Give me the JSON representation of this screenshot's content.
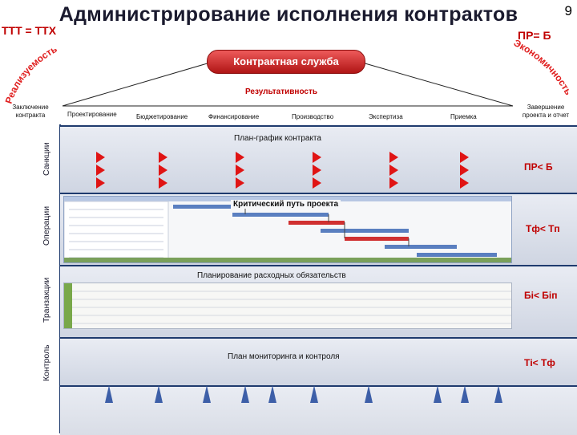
{
  "header": {
    "title": "Администрирование исполнения контрактов",
    "slide_number": "9",
    "left_formula": "ТТТ = ТТХ",
    "right_formula": "ПР= Б"
  },
  "arc_left_text": "Реализуемость",
  "arc_right_text": "Экономичность",
  "contract_service_label": "Контрактная служба",
  "effectiveness_label": "Результативность",
  "phases": [
    "Заключение контракта",
    "Проектирование",
    "Бюджетирование",
    "Финансирование",
    "Производство",
    "Экспертиза",
    "Приемка",
    "Завершение проекта и отчет"
  ],
  "bands": [
    {
      "label": "Санкции",
      "section": "План-график контракта",
      "metric": "ПР< Б"
    },
    {
      "label": "Операции",
      "section": "Критический путь проекта",
      "metric": "Тф< Тп"
    },
    {
      "label": "Транзакции",
      "section": "Планирование расходных обязательств",
      "metric": "Бі< Біп"
    },
    {
      "label": "Контроль",
      "section": "План мониторинга и контроля",
      "metric": "Ті< Тф"
    }
  ],
  "colors": {
    "accent_red": "#c00000",
    "band_gray": "#d7dbe6",
    "border_blue": "#1f3b6e",
    "marker_blue": "#3d5fa8"
  }
}
